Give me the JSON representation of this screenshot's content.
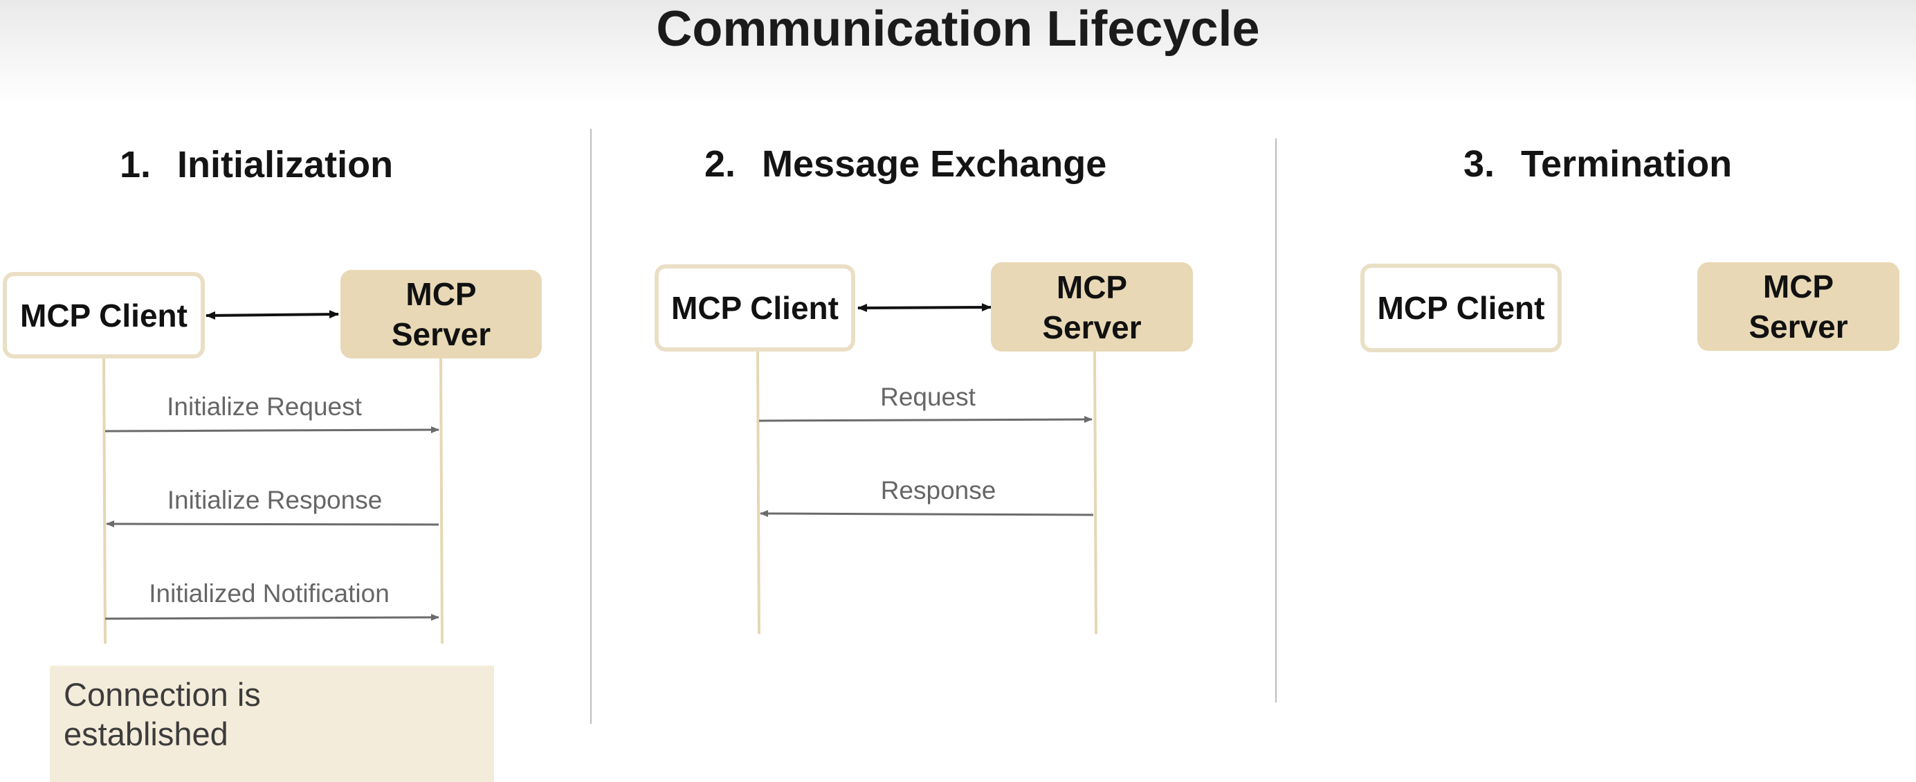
{
  "title": "Communication Lifecycle",
  "sections": [
    {
      "number": "1.",
      "heading": "Initialization",
      "client_label": "MCP Client",
      "server_label": "MCP\nServer",
      "messages": [
        {
          "label": "Initialize Request",
          "direction": "client-to-server"
        },
        {
          "label": "Initialize Response",
          "direction": "server-to-client"
        },
        {
          "label": "Initialized Notification",
          "direction": "client-to-server"
        }
      ],
      "note": "Connection is\nestablished"
    },
    {
      "number": "2.",
      "heading": "Message Exchange",
      "client_label": "MCP Client",
      "server_label": "MCP\nServer",
      "messages": [
        {
          "label": "Request",
          "direction": "client-to-server"
        },
        {
          "label": "Response",
          "direction": "server-to-client"
        }
      ]
    },
    {
      "number": "3.",
      "heading": "Termination",
      "client_label": "MCP Client",
      "server_label": "MCP\nServer",
      "messages": []
    }
  ],
  "colors": {
    "client_border": "#eadfc5",
    "server_fill": "#e8d8b5",
    "lifeline": "#e6d7b4",
    "arrow": "#6b6b6b",
    "note_fill": "#f3ebd8"
  }
}
